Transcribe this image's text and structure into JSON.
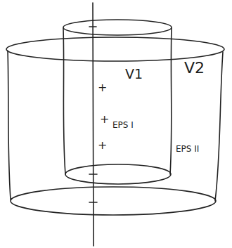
{
  "diagram": {
    "labels": [
      "V1",
      "V2",
      "EPS I",
      "EPS II",
      "+",
      "+",
      "+"
    ]
  }
}
